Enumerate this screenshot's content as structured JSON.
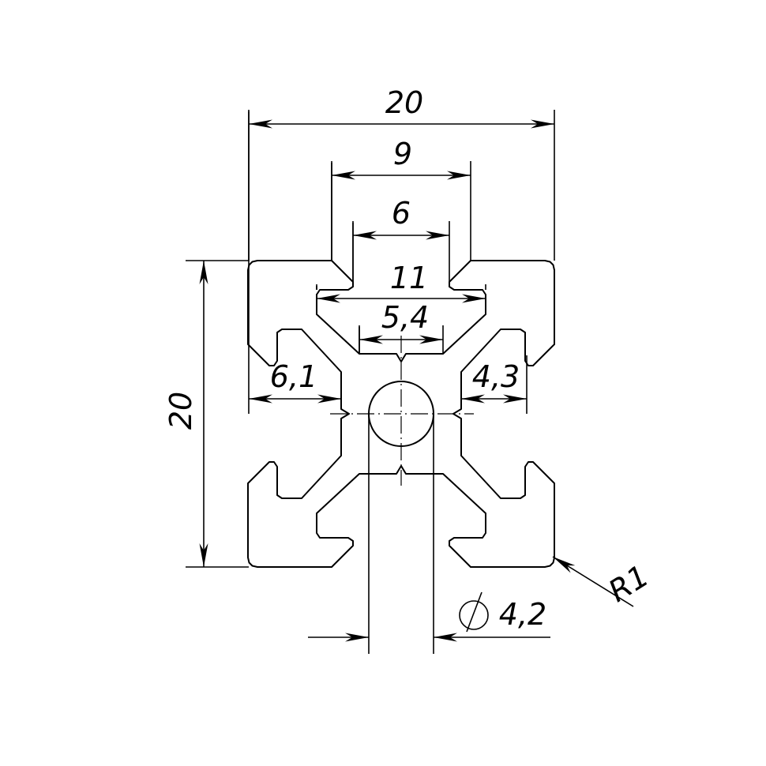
{
  "drawing": {
    "title": "20x20 aluminium T-slot profile cross-section",
    "dimensions": {
      "overall_width": "20",
      "slot_opening_outer": "9",
      "slot_opening_inner": "6",
      "slot_inner_width": "11",
      "slot_bottom_width": "5,4",
      "left_depth": "6,1",
      "right_depth": "4,3",
      "overall_height": "20",
      "center_bore_diameter": "4,2",
      "corner_radius": "R1"
    },
    "symbols": {
      "diameter": "⌀"
    }
  }
}
